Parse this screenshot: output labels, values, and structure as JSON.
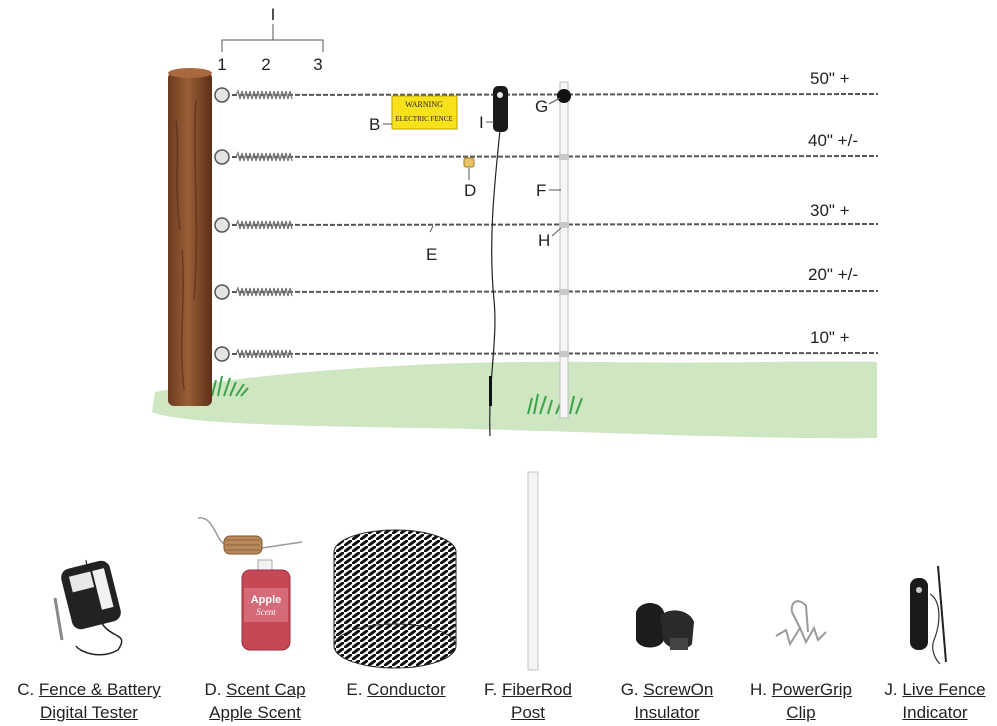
{
  "group": {
    "letter": "I",
    "numbers": [
      "1",
      "2",
      "3"
    ]
  },
  "heights": [
    "50\" +",
    "40\" +/-",
    "30\" +",
    "20\" +/-",
    "10\" +"
  ],
  "sign": {
    "line1": "WARNING",
    "line2": "ELECTRIC FENCE"
  },
  "callouts": {
    "B": "B",
    "D": "D",
    "E": "E",
    "F": "F",
    "G": "G",
    "H": "H",
    "I": "I"
  },
  "products": [
    {
      "prefix": "C.",
      "line1": "Fence & Battery",
      "line2": "Digital Tester"
    },
    {
      "prefix": "D.",
      "line1": "Scent Cap",
      "line2": "Apple Scent"
    },
    {
      "prefix": "E.",
      "line1": "Conductor",
      "line2": ""
    },
    {
      "prefix": "F.",
      "line1": "FiberRod",
      "line2": "Post"
    },
    {
      "prefix": "G.",
      "line1": "ScrewOn",
      "line2": "Insulator"
    },
    {
      "prefix": "H.",
      "line1": "PowerGrip",
      "line2": "Clip"
    },
    {
      "prefix": "J.",
      "line1": "Live Fence",
      "line2": "Indicator"
    }
  ],
  "bottle_label": {
    "line1": "Apple",
    "line2": "Scent"
  },
  "colors": {
    "grass": "#cfe6c2",
    "post": "#8a5230",
    "sign": "#f7e11a",
    "wire": "#555555"
  }
}
